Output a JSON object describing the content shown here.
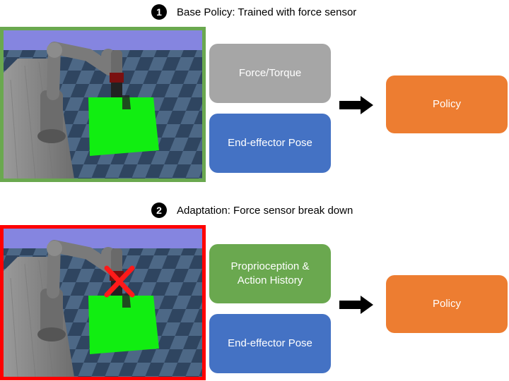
{
  "section1": {
    "number": "1",
    "title": "Base Policy: Trained with force sensor",
    "scene_border_color": "#6aa84f",
    "inputs": [
      {
        "label": "Force/Torque",
        "color": "#a6a6a6"
      },
      {
        "label": "End-effector Pose",
        "color": "#4472c4"
      }
    ],
    "policy": {
      "label": "Policy",
      "color": "#ed7d31"
    }
  },
  "section2": {
    "number": "2",
    "title": "Adaptation: Force sensor break down",
    "scene_border_color": "#ff0000",
    "inputs": [
      {
        "label": "Proprioception &\nAction History",
        "color": "#6aa84f"
      },
      {
        "label": "End-effector Pose",
        "color": "#4472c4"
      }
    ],
    "policy": {
      "label": "Policy",
      "color": "#ed7d31"
    }
  },
  "icons": {
    "arrow": "right-arrow-icon",
    "broken_sensor": "red-x-icon"
  }
}
